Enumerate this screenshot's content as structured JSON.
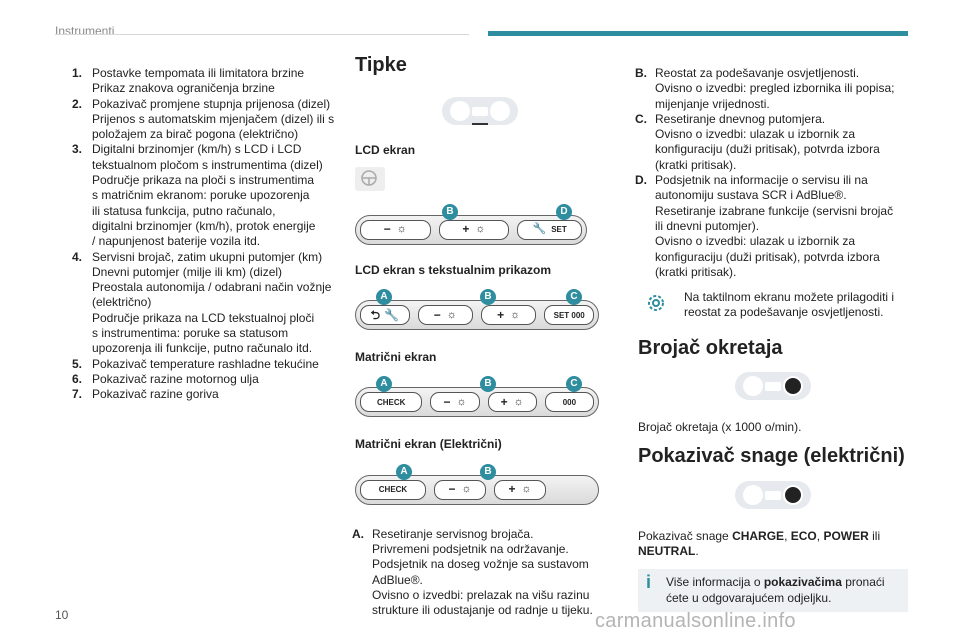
{
  "header": {
    "section_title": "Instrumenti"
  },
  "page_number": "10",
  "watermark": "carmanualsonline.info",
  "left_list": [
    {
      "num": "1.",
      "lines": [
        "Postavke tempomata ili limitatora brzine",
        "Prikaz znakova ograničenja brzine"
      ]
    },
    {
      "num": "2.",
      "lines": [
        "Pokazivač promjene stupnja prijenosa (dizel)",
        "Prijenos s automatskim mjenjačem (dizel) ili s",
        "položajem za birač pogona (električno)"
      ]
    },
    {
      "num": "3.",
      "lines": [
        "Digitalni brzinomjer (km/h) s LCD i LCD",
        "tekstualnom pločom s instrumentima (dizel)",
        "Područje prikaza na ploči s instrumentima",
        "s matričnim ekranom: poruke upozorenja",
        "ili statusa funkcija, putno računalo,",
        "digitalni brzinomjer (km/h), protok energije",
        "/ napunjenost baterije vozila itd."
      ]
    },
    {
      "num": "4.",
      "lines": [
        "Servisni brojač, zatim ukupni putomjer (km)",
        "Dnevni putomjer (milje ili km) (dizel)",
        "Preostala autonomija / odabrani način vožnje",
        "(električno)",
        "Područje prikaza na LCD tekstualnoj ploči",
        "s instrumentima: poruke sa statusom",
        "upozorenja ili funkcije, putno računalo itd."
      ]
    },
    {
      "num": "5.",
      "lines": [
        "Pokazivač temperature rashladne tekućine"
      ]
    },
    {
      "num": "6.",
      "lines": [
        "Pokazivač razine motornog ulja"
      ]
    },
    {
      "num": "7.",
      "lines": [
        "Pokazivač razine goriva"
      ]
    }
  ],
  "tipke": {
    "heading": "Tipke",
    "lcd_label": "LCD ekran",
    "lcd_text_label": "LCD ekran s tekstualnim prikazom",
    "matrix_label": "Matrični ekran",
    "matrix_el_label": "Matrični ekran (Električni)",
    "panel1": {
      "b": "B",
      "d": "D",
      "minus": "−",
      "plus": "+",
      "set": "SET"
    },
    "panel2": {
      "a": "A",
      "b": "B",
      "c": "C",
      "minus": "−",
      "plus": "+",
      "setval": "SET 000"
    },
    "panel3": {
      "a": "A",
      "b": "B",
      "c": "C",
      "check": "CHECK",
      "minus": "−",
      "plus": "+",
      "val": "000"
    },
    "panel4": {
      "a": "A",
      "b": "B",
      "check": "CHECK",
      "minus": "−",
      "plus": "+"
    }
  },
  "defs_mid": [
    {
      "key": "A.",
      "lines": [
        "Resetiranje servisnog brojača.",
        "Privremeni podsjetnik na održavanje.",
        "Podsjetnik na doseg vožnje sa sustavom",
        "AdBlue®.",
        "Ovisno o izvedbi: prelazak na višu razinu",
        "strukture ili odustajanje od radnje u tijeku."
      ]
    }
  ],
  "defs_right": [
    {
      "key": "B.",
      "lines": [
        "Reostat za podešavanje osvjetljenosti.",
        "Ovisno o izvedbi: pregled izbornika ili popisa;",
        "mijenjanje vrijednosti."
      ]
    },
    {
      "key": "C.",
      "lines": [
        "Resetiranje dnevnog putomjera.",
        "Ovisno o izvedbi: ulazak u izbornik za",
        "konfiguraciju (duži pritisak), potvrda izbora",
        "(kratki pritisak)."
      ]
    },
    {
      "key": "D.",
      "lines": [
        "Podsjetnik na informacije o servisu ili na",
        "autonomiju sustava SCR i AdBlue®.",
        "Resetiranje izabrane funkcije (servisni brojač",
        "ili dnevni putomjer).",
        "Ovisno o izvedbi: ulazak u izbornik za",
        "konfiguraciju (duži pritisak), potvrda izbora",
        "(kratki pritisak)."
      ]
    }
  ],
  "touch_note": {
    "lines": [
      "Na taktilnom ekranu možete prilagoditi i",
      "reostat za podešavanje osvjetljenosti."
    ]
  },
  "rev": {
    "heading": "Brojač okretaja",
    "text": "Brojač okretaja (x 1000 o/min)."
  },
  "power": {
    "heading": "Pokazivač snage (električni)",
    "text_pre": "Pokazivač snage ",
    "charge": "CHARGE",
    "sep1": ", ",
    "eco": "ECO",
    "sep2": ", ",
    "powerw": "POWER",
    "sep3": " ili",
    "neutral": "NEUTRAL",
    "end": "."
  },
  "info": {
    "pre": "Više informacija o ",
    "bold": "pokazivačima",
    "post": " pronaći",
    "line2": "ćete u odgovarajućem odjeljku."
  }
}
